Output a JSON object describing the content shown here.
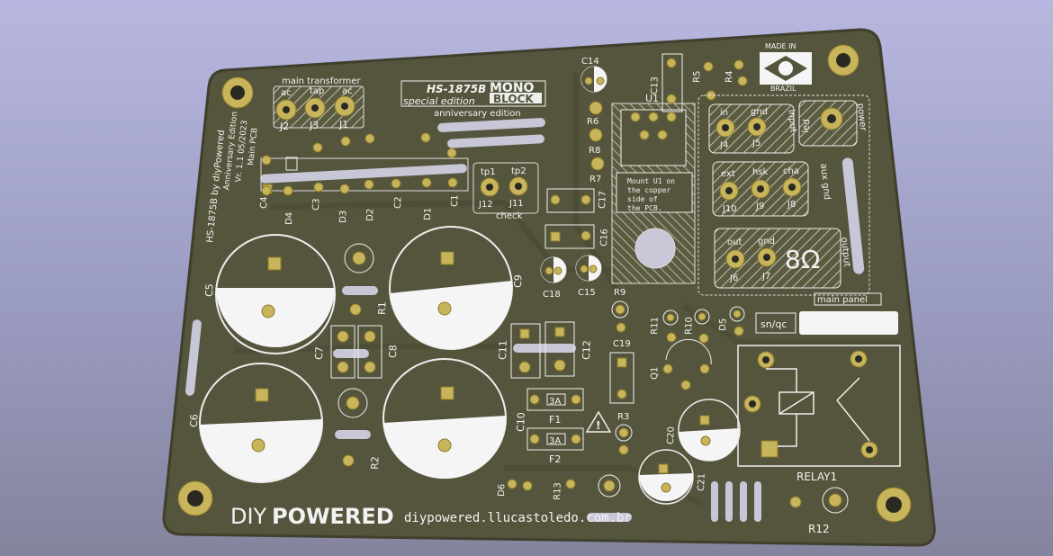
{
  "board": {
    "title_line1": "HS-1875B",
    "title_mono": "MONO",
    "title_block": "BLOCK",
    "title_special": "special edition",
    "title_anniversary": "anniversary edition",
    "brand": "DIYPOWERED",
    "brand_diy": "DIY",
    "brand_powered": "POWERED",
    "website": "diypowered.llucastoledo.com.br",
    "side_text_1": "HS-1875B by diyPowered",
    "side_text_2": "Anniversary Edition",
    "side_text_3": "Vr. 1.1 05/2023",
    "side_text_4": "Main PCB",
    "made_in": "MADE IN",
    "brazil": "BRAZIL",
    "mount_note": [
      "Mount U1 on",
      "the copper",
      "side of",
      "the PCB."
    ],
    "sn_label": "sn/qc",
    "relay_label": "RELAY1",
    "ohm_label": "8Ω"
  },
  "sections": {
    "main_transformer": "main transformer",
    "input": "input",
    "power": "power",
    "aux_gnd": "aux gnd",
    "output": "output",
    "main_panel": "main panel",
    "check": "check"
  },
  "connectors": {
    "j1": {
      "ref": "J1",
      "label": "ac"
    },
    "j2": {
      "ref": "J2",
      "label": "ac"
    },
    "j3": {
      "ref": "J3",
      "label": "tap"
    },
    "j4": {
      "ref": "J4",
      "label": "in"
    },
    "j5": {
      "ref": "J5",
      "label": "gnd"
    },
    "j6": {
      "ref": "J6",
      "label": "out"
    },
    "j7": {
      "ref": "J7",
      "label": "gnd"
    },
    "j8": {
      "ref": "J8",
      "label": "cha"
    },
    "j9": {
      "ref": "J9",
      "label": "hsk"
    },
    "j10": {
      "ref": "J10",
      "label": "ext"
    },
    "j11": {
      "ref": "J11",
      "label": "tp2"
    },
    "j12": {
      "ref": "J12",
      "label": "tp1"
    },
    "led": {
      "label": "led"
    }
  },
  "refs": {
    "c1": "C1",
    "c2": "C2",
    "c3": "C3",
    "c4": "C4",
    "c5": "C5",
    "c6": "C6",
    "c7": "C7",
    "c8": "C8",
    "c9": "C9",
    "c10": "C10",
    "c11": "C11",
    "c12": "C12",
    "c13": "C13",
    "c14": "C14",
    "c15": "C15",
    "c16": "C16",
    "c17": "C17",
    "c18": "C18",
    "c19": "C19",
    "c20": "C20",
    "c21": "C21",
    "d1": "D1",
    "d2": "D2",
    "d3": "D3",
    "d4": "D4",
    "d5": "D5",
    "d6": "D6",
    "r1": "R1",
    "r2": "R2",
    "r3": "R3",
    "r4": "R4",
    "r5": "R5",
    "r6": "R6",
    "r7": "R7",
    "r8": "R8",
    "r9": "R9",
    "r10": "R10",
    "r11": "R11",
    "r12": "R12",
    "r13": "R13",
    "f1": "F1",
    "f2": "F2",
    "q1": "Q1",
    "u1": "U1",
    "fuse_rating_1": "3A",
    "fuse_rating_2": "3A"
  },
  "colors": {
    "board": "#55553d",
    "board_edge": "#3f3f2c",
    "silkscreen": "#f2f2f2",
    "pad_gold": "#c8b45a",
    "background_top": "#b7b7e0",
    "background_bottom": "#84849e"
  }
}
